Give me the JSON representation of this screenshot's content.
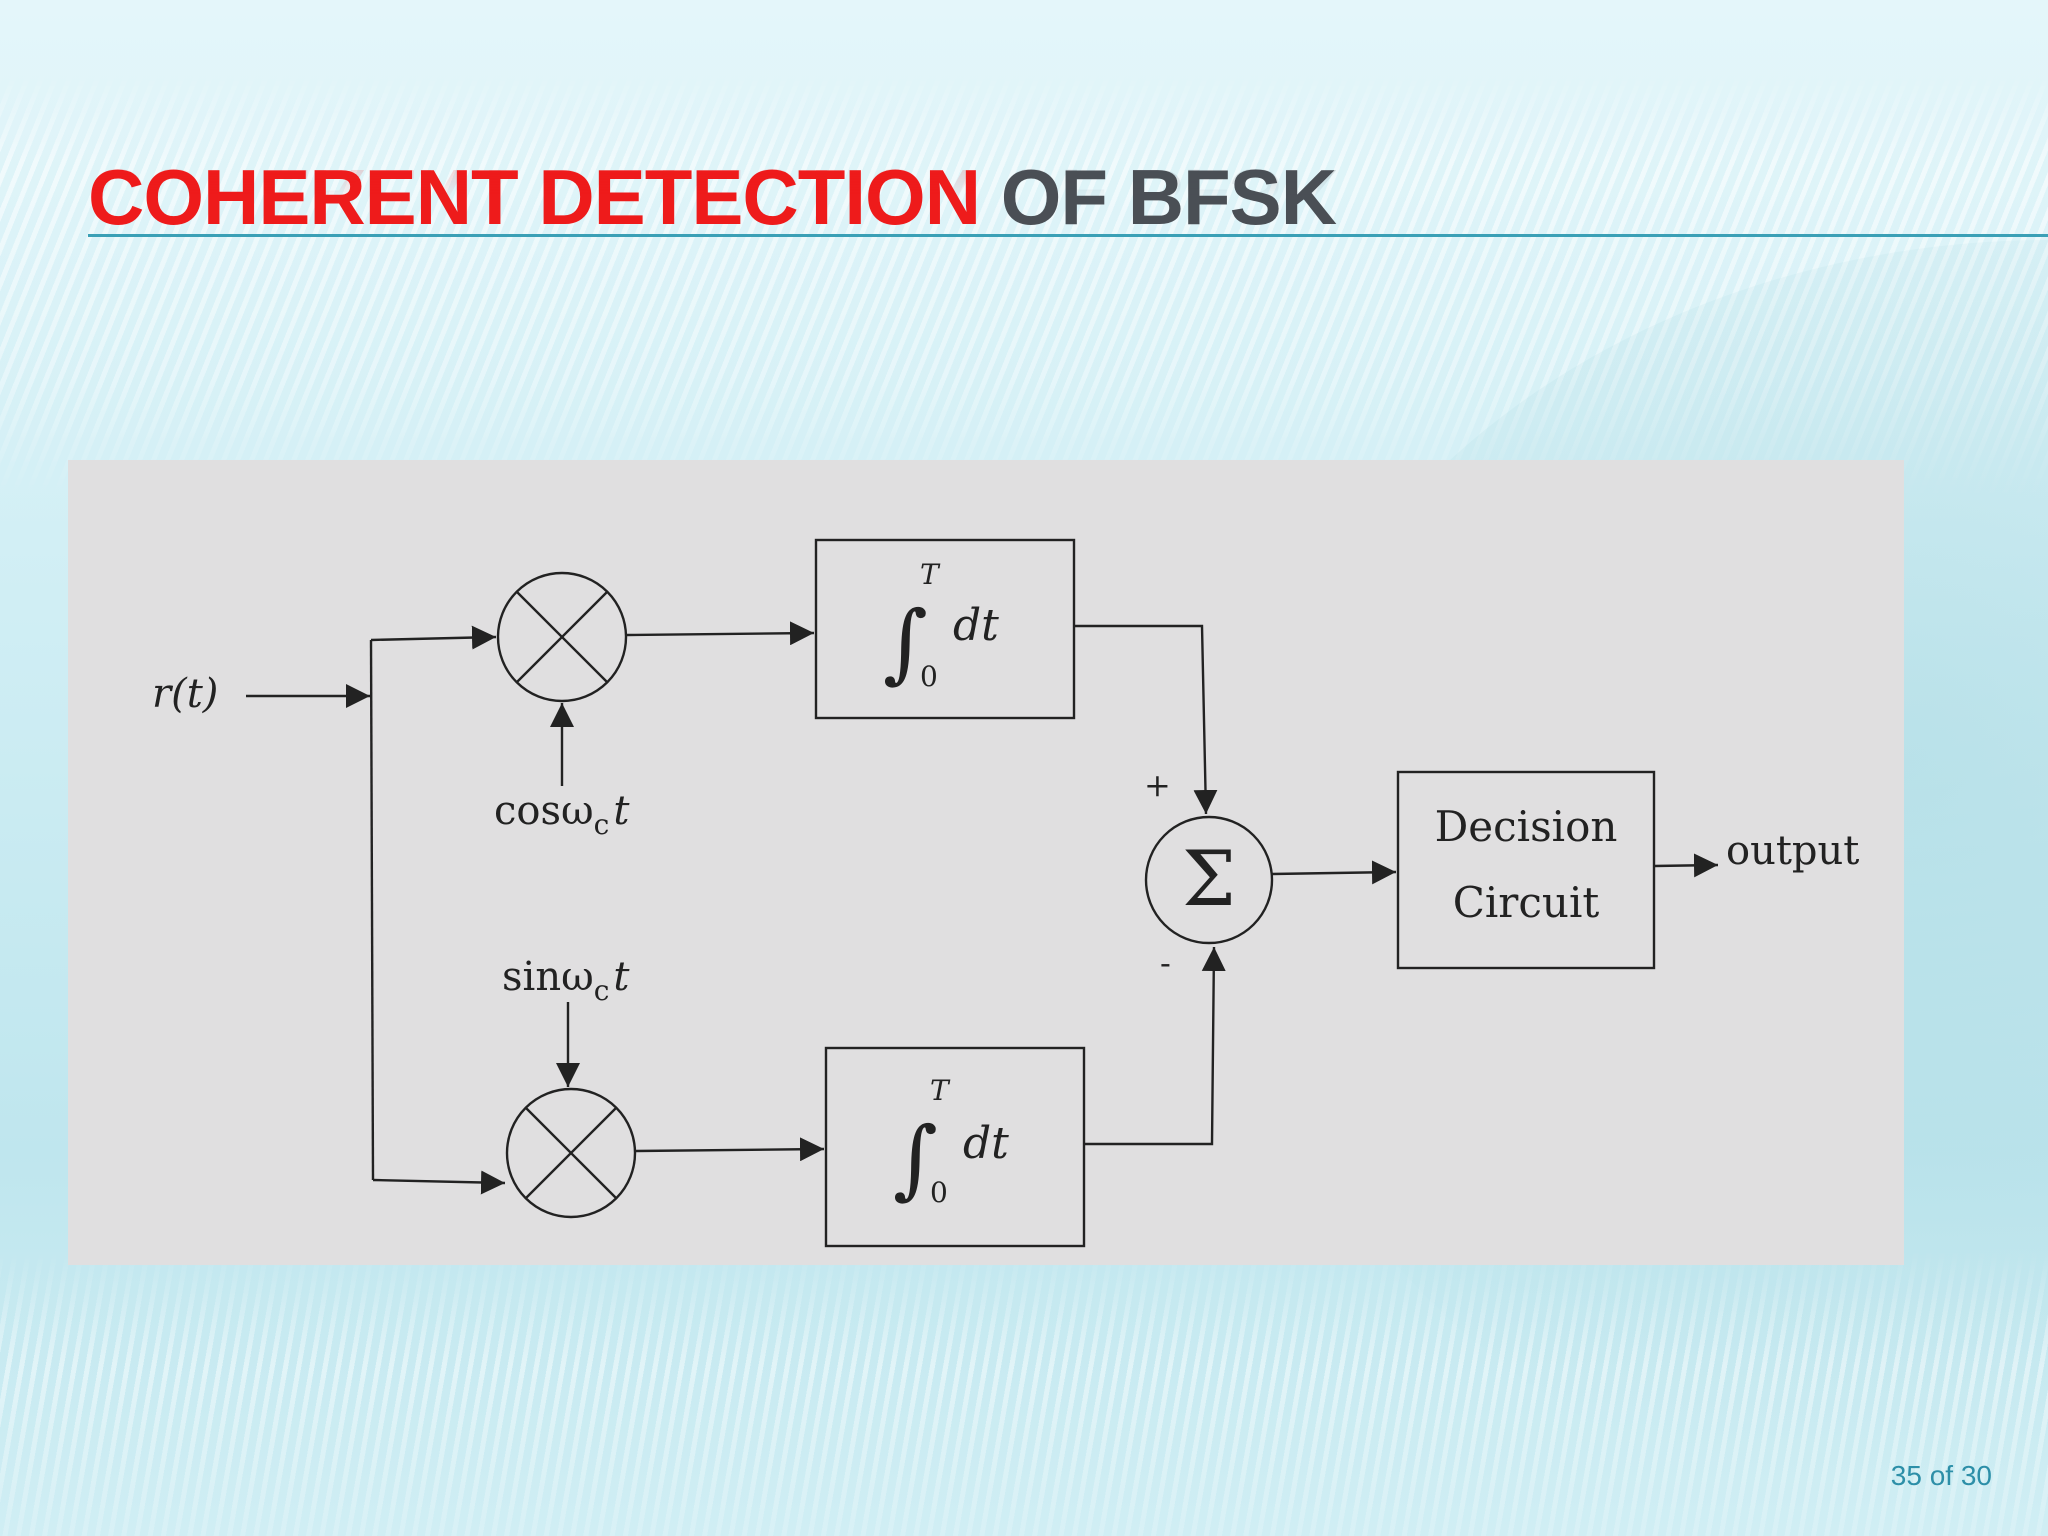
{
  "slide": {
    "title_part1": "COHERENT DETECTION",
    "title_part2": "OF BFSK",
    "page_number": "35 of 30"
  },
  "diagram": {
    "input_label": "r(t)",
    "mixer_top_reference": "cosω",
    "mixer_bottom_reference": "sinω",
    "subscript_c": "c",
    "time_var": "t",
    "integrator_top": "T",
    "integrator_bottom": "0",
    "integrator_dt": "dt",
    "plus_sign": "+",
    "minus_sign": "-",
    "summer_symbol": "Σ",
    "decision_line1": "Decision",
    "decision_line2": "Circuit",
    "output_label": "output"
  },
  "colors": {
    "title_red": "#ee1b1b",
    "title_gray": "#4a4f55",
    "rule_teal": "#3aa0b6",
    "page_number": "#2d8fa8",
    "diagram_bg": "#e0dfe0"
  }
}
